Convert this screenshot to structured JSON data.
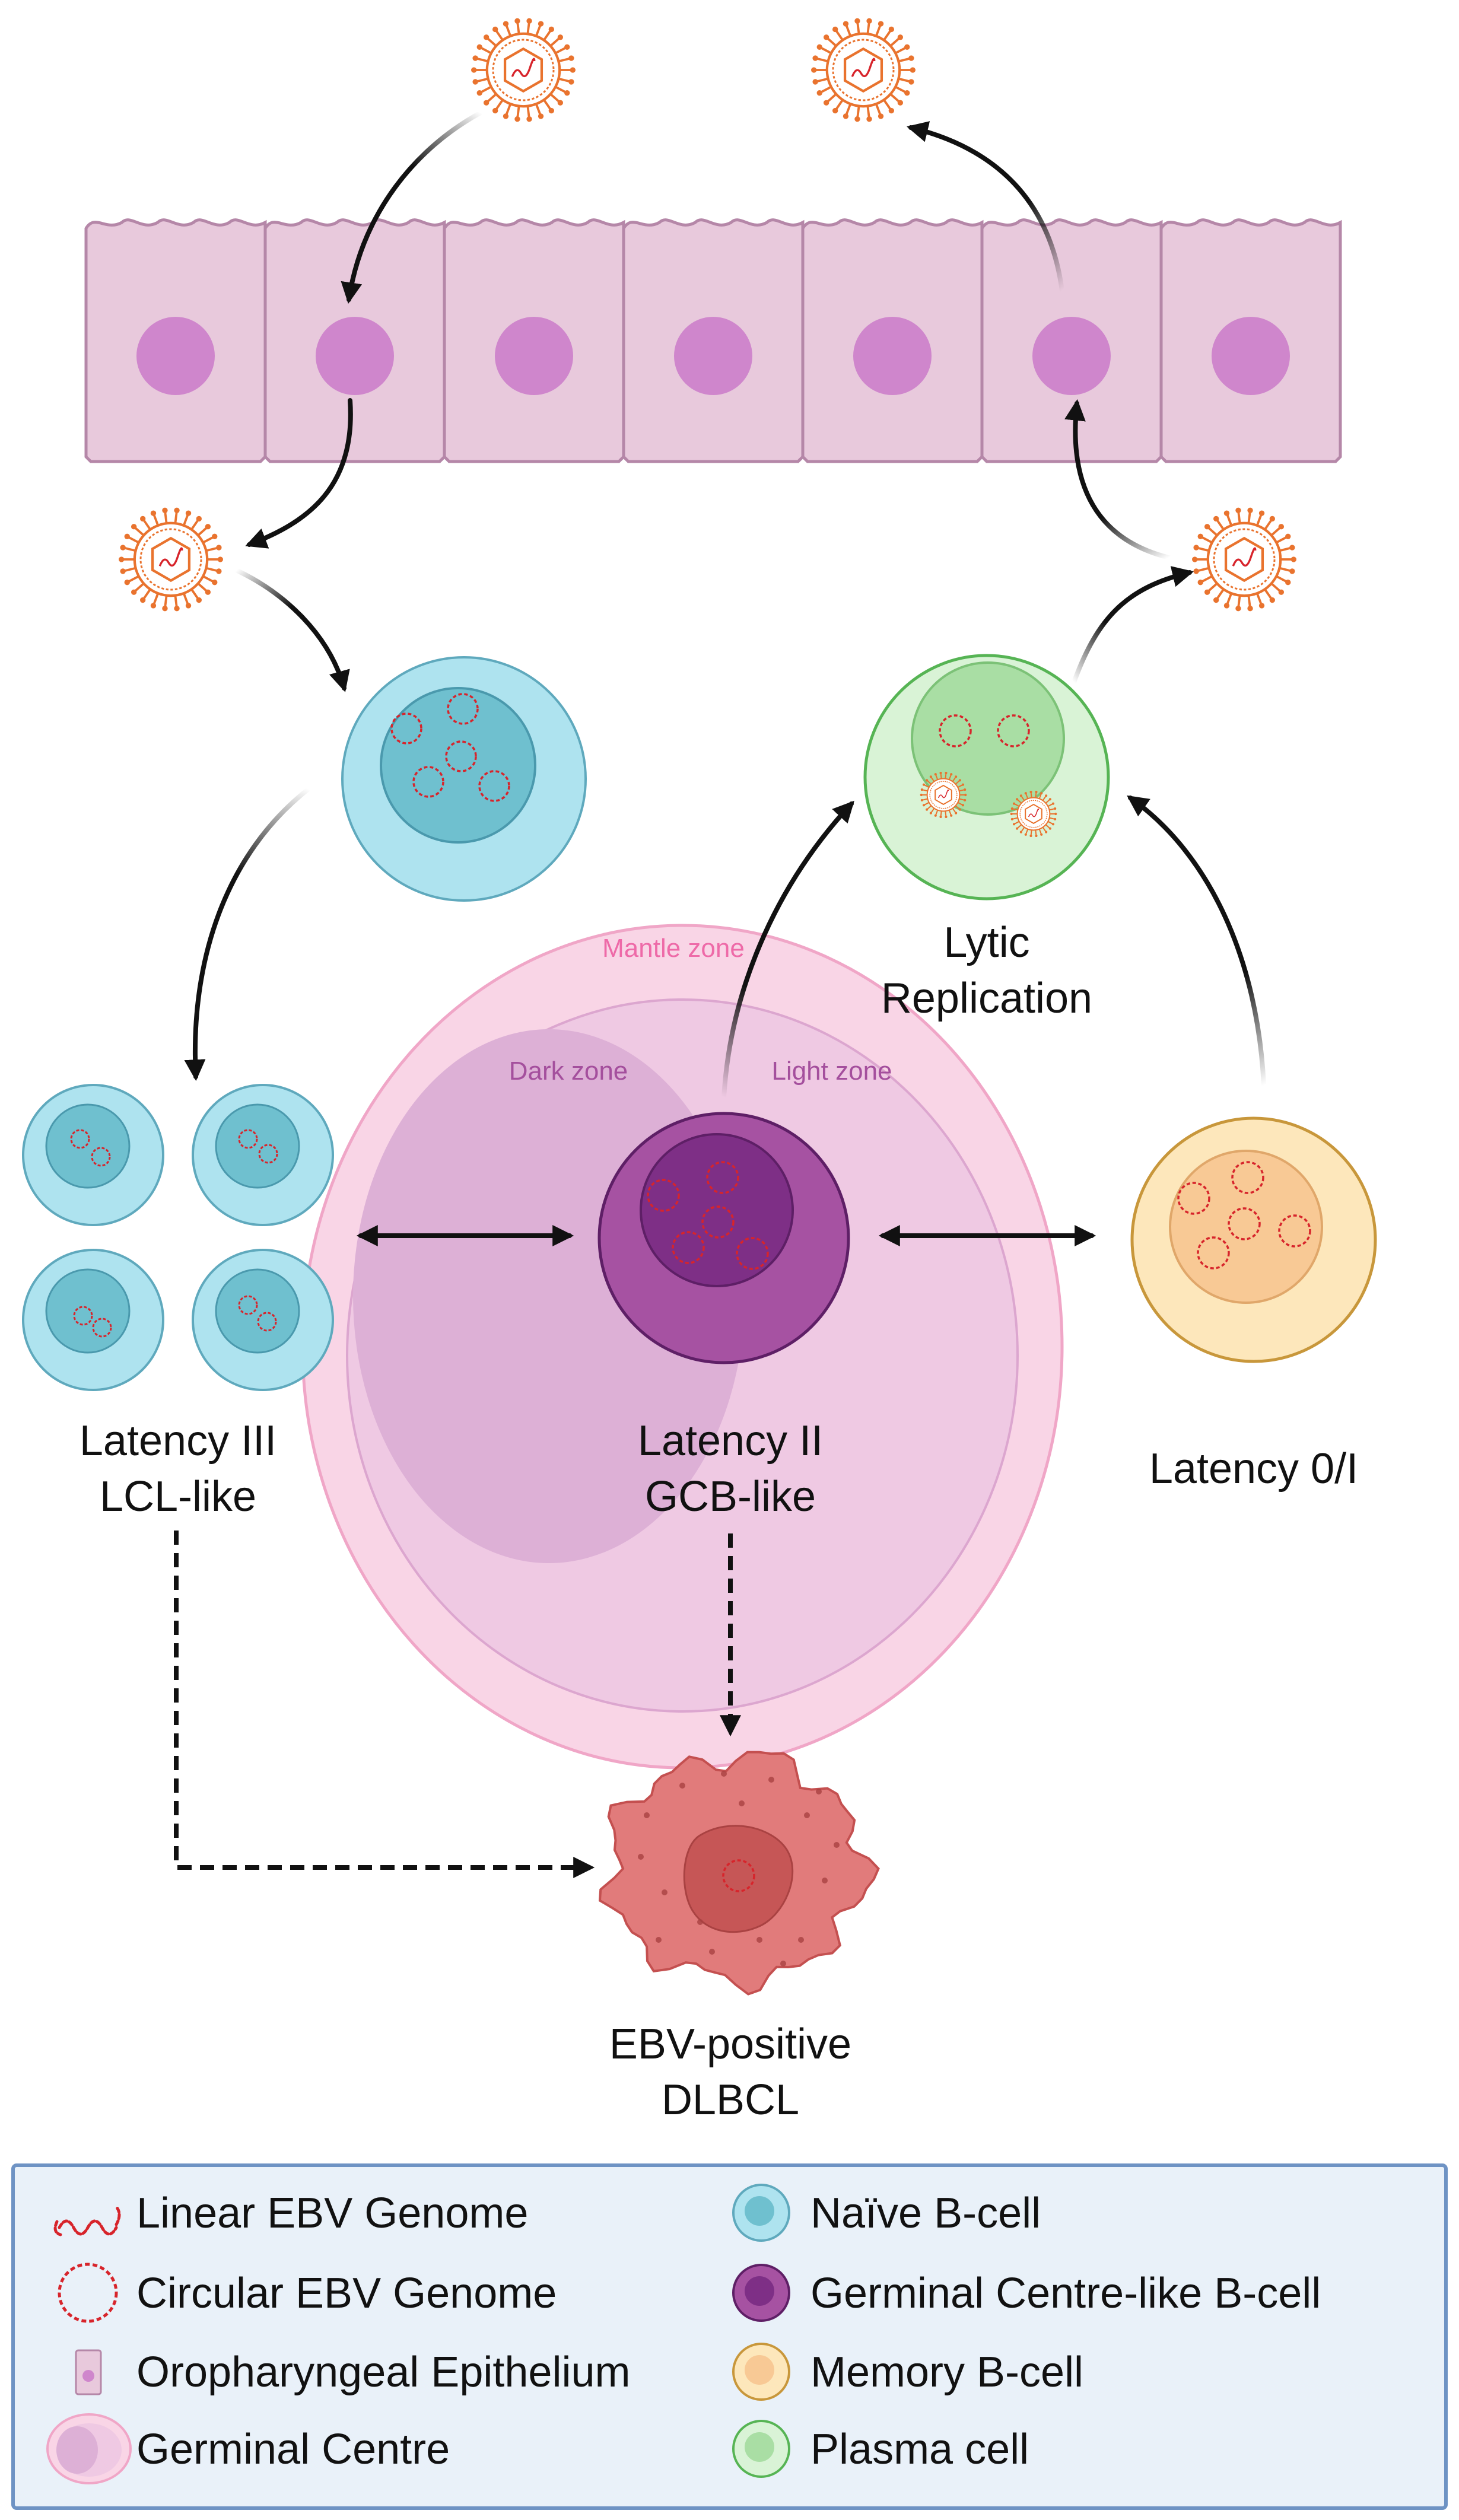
{
  "zones": {
    "mantle": "Mantle zone",
    "dark": "Dark zone",
    "light": "Light zone"
  },
  "stages": {
    "latency3_line1": "Latency III",
    "latency3_line2": "LCL-like",
    "latency2_line1": "Latency II",
    "latency2_line2": "GCB-like",
    "latency0": "Latency 0/I",
    "lytic_line1": "Lytic",
    "lytic_line2": "Replication",
    "dlbcl_line1": "EBV-positive",
    "dlbcl_line2": "DLBCL"
  },
  "legend": {
    "linear_genome": "Linear EBV Genome",
    "circular_genome": "Circular EBV Genome",
    "epithelium": "Oropharyngeal Epithelium",
    "germinal_centre": "Germinal Centre",
    "naive_b": "Naïve B-cell",
    "gc_b": "Germinal Centre-like B-cell",
    "memory_b": "Memory B-cell",
    "plasma": "Plasma cell"
  },
  "colors": {
    "epithelium_fill": "#e8c9dc",
    "epithelium_stroke": "#b587a8",
    "epithelium_nucleus": "#cf86cc",
    "naive_fill": "#aee3ef",
    "naive_nucleus": "#6fc0cf",
    "gc_fill": "#a652a2",
    "gc_nucleus": "#7e2f86",
    "memory_fill": "#fde7bb",
    "memory_nucleus": "#f8c995",
    "plasma_fill": "#d9f3d6",
    "plasma_nucleus": "#a9dea4",
    "plasma_stroke": "#56b454",
    "mantle_fill": "#f9d5e6",
    "mantle_stroke": "#f0a6c7",
    "germinal_fill": "#efc9e3",
    "dark_zone_fill": "#ddb0d6",
    "virus": "#e9732e",
    "genome": "#d7242b",
    "tumor_fill": "#e17b7b",
    "tumor_nucleus": "#c65656",
    "legend_fill": "#e9f1f9",
    "legend_stroke": "#6e93c4"
  }
}
